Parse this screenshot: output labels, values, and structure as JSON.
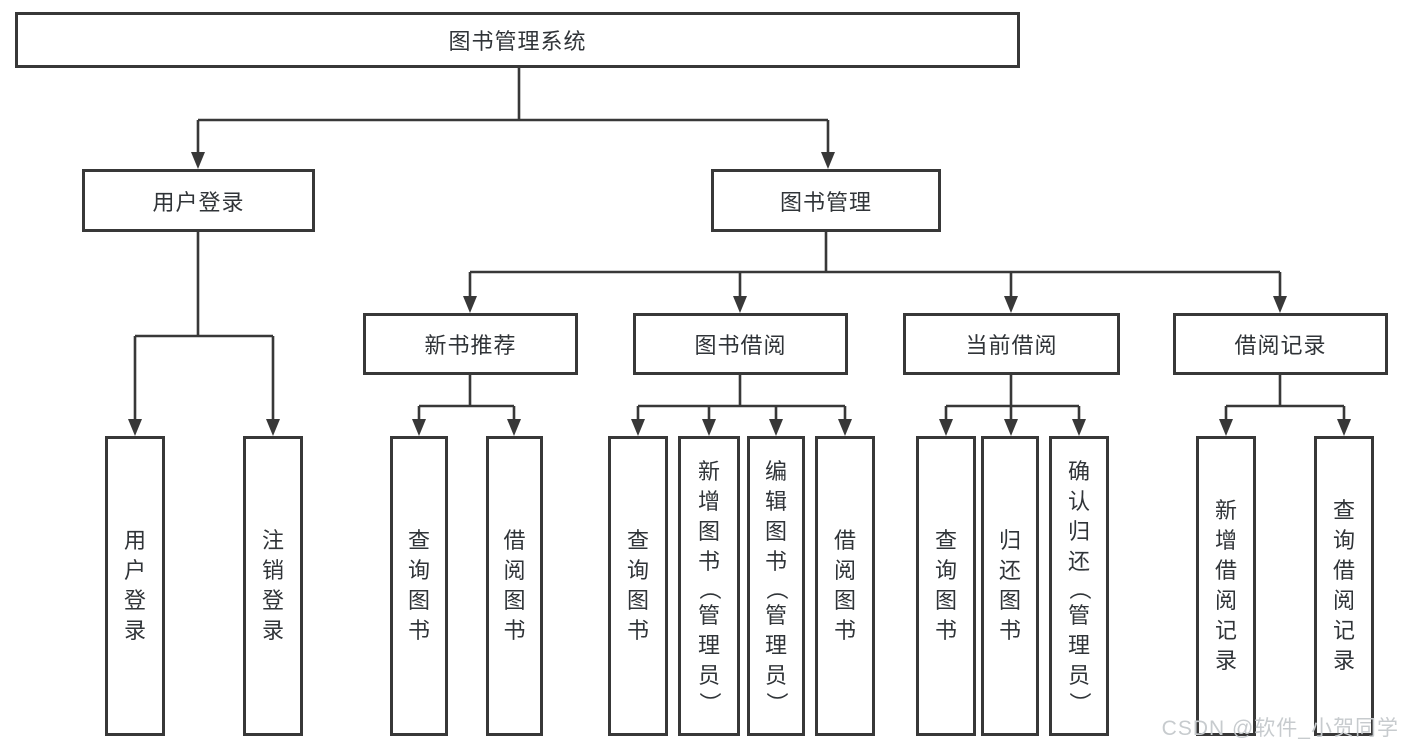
{
  "colors": {
    "line": "#383838",
    "text": "#303438",
    "watermark": "#c7cbce",
    "background": "#ffffff"
  },
  "diagram": {
    "title": "图书管理系统",
    "root": {
      "label": "图书管理系统"
    },
    "branches": [
      {
        "label": "用户登录",
        "children": [
          {
            "label": "用户登录"
          },
          {
            "label": "注销登录"
          }
        ]
      },
      {
        "label": "图书管理",
        "children": [
          {
            "label": "新书推荐",
            "children": [
              {
                "label": "查询图书"
              },
              {
                "label": "借阅图书"
              }
            ]
          },
          {
            "label": "图书借阅",
            "children": [
              {
                "label": "查询图书"
              },
              {
                "label": "新增图书（管理员）"
              },
              {
                "label": "编辑图书（管理员）"
              },
              {
                "label": "借阅图书"
              }
            ]
          },
          {
            "label": "当前借阅",
            "children": [
              {
                "label": "查询图书"
              },
              {
                "label": "归还图书"
              },
              {
                "label": "确认归还（管理员）"
              }
            ]
          },
          {
            "label": "借阅记录",
            "children": [
              {
                "label": "新增借阅记录"
              },
              {
                "label": "查询借阅记录"
              }
            ]
          }
        ]
      }
    ]
  },
  "watermark": {
    "text": "CSDN @软件_小贺同学"
  }
}
